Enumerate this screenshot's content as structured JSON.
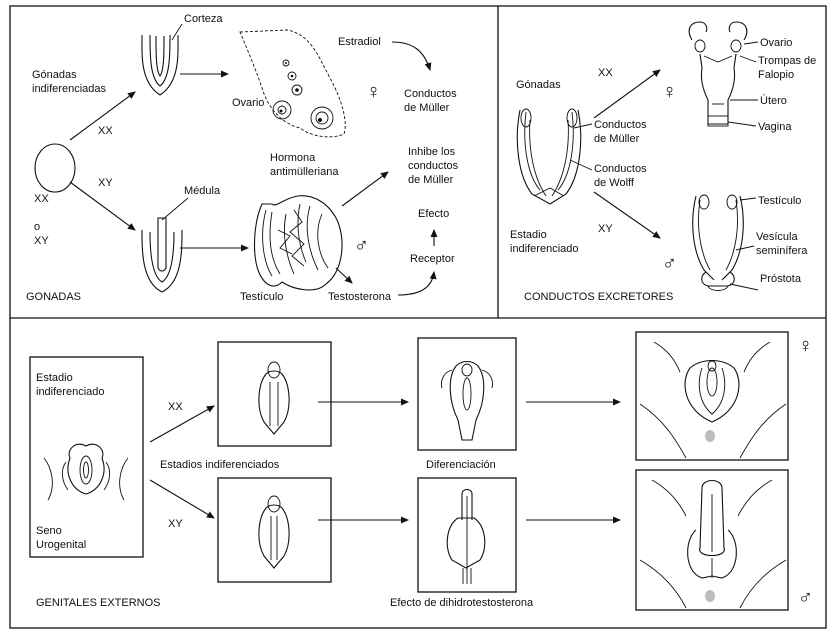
{
  "gonads": {
    "section_title": "GONADAS",
    "corteza": "Corteza",
    "gonadas_indif_1": "Gónadas",
    "gonadas_indif_2": "indiferenciadas",
    "ovario": "Ovario",
    "estradiol": "Estradiol",
    "conductos_muller_1": "Conductos",
    "conductos_muller_2": "de Müller",
    "xx_upper": "XX",
    "xy_lower": "XY",
    "karyo_xx": "XX",
    "karyo_o": "o",
    "karyo_xy": "XY",
    "medula": "Médula",
    "hormona_1": "Hormona",
    "hormona_2": "antimülleriana",
    "inhibe_1": "Inhibe los",
    "inhibe_2": "conductos",
    "inhibe_3": "de Müller",
    "efecto": "Efecto",
    "receptor": "Receptor",
    "testiculo": "Testículo",
    "testosterona": "Testosterona"
  },
  "ducts": {
    "section_title": "CONDUCTOS EXCRETORES",
    "gonadas": "Gónadas",
    "xx": "XX",
    "xy": "XY",
    "muller_1": "Conductos",
    "muller_2": "de Müller",
    "wolff_1": "Conductos",
    "wolff_2": "de Wolff",
    "estadio_1": "Estadio",
    "estadio_2": "indiferenciado",
    "ovario": "Ovario",
    "trompas_1": "Trompas de",
    "trompas_2": "Falopio",
    "utero": "Útero",
    "vagina": "Vagina",
    "testiculo": "Testículo",
    "vesicula_1": "Vesícula",
    "vesicula_2": "seminífera",
    "prostata": "Próstota"
  },
  "external": {
    "section_title": "GENITALES EXTERNOS",
    "estadio_1": "Estadio",
    "estadio_2": "indiferenciado",
    "seno_1": "Seno",
    "seno_2": "Urogenital",
    "xx": "XX",
    "xy": "XY",
    "estadios_indif": "Estadios indiferenciados",
    "diferenciacion": "Diferenciación",
    "efecto_dht": "Efecto de dihidrotestosterona"
  },
  "symbols": {
    "female": "♀",
    "male": "♂"
  },
  "colors": {
    "line": "#111111",
    "background": "#ffffff",
    "shade": "#bbbbbb"
  }
}
